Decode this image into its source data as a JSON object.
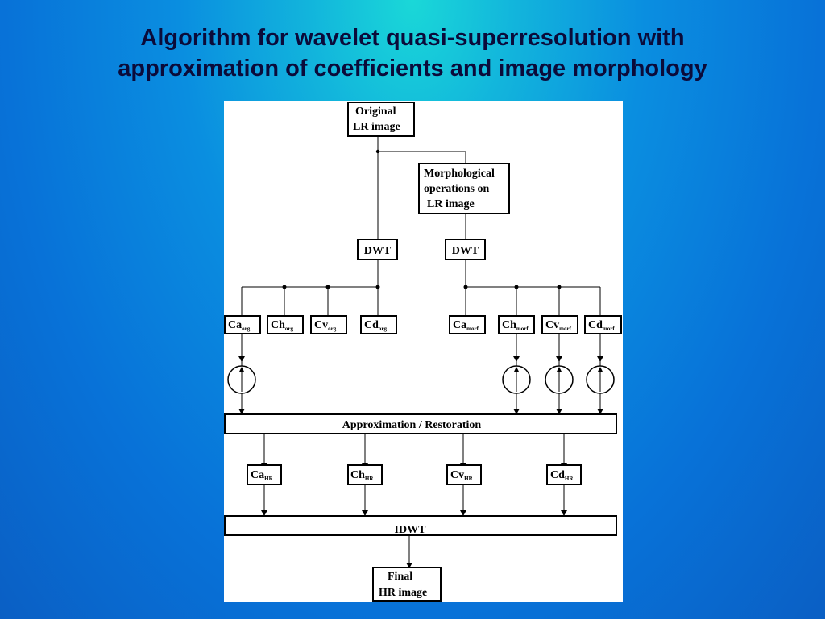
{
  "slide": {
    "title_line1": "Algorithm for wavelet quasi-superresolution with",
    "title_line2": "approximation of coefficients and image morphology"
  },
  "diagram": {
    "original": [
      "Original",
      "LR  image"
    ],
    "morph": [
      "Morphological",
      "operations on",
      "LR  image"
    ],
    "dwt_left": "DWT",
    "dwt_right": "DWT",
    "coef_org": [
      {
        "main": "Ca",
        "sub": "org"
      },
      {
        "main": "Ch",
        "sub": "org"
      },
      {
        "main": "Cv",
        "sub": "org"
      },
      {
        "main": "Cd",
        "sub": "org"
      }
    ],
    "coef_morf": [
      {
        "main": "Ca",
        "sub": "morf"
      },
      {
        "main": "Ch",
        "sub": "morf"
      },
      {
        "main": "Cv",
        "sub": "morf"
      },
      {
        "main": "Cd",
        "sub": "morf"
      }
    ],
    "approx": "Approximation  / Restoration",
    "coef_hr": [
      {
        "main": "Ca",
        "sub": "HR"
      },
      {
        "main": "Ch",
        "sub": "HR"
      },
      {
        "main": "Cv",
        "sub": "HR"
      },
      {
        "main": "Cd",
        "sub": "HR"
      }
    ],
    "idwt": "IDWT",
    "final": [
      "Final",
      "HR  image"
    ]
  }
}
